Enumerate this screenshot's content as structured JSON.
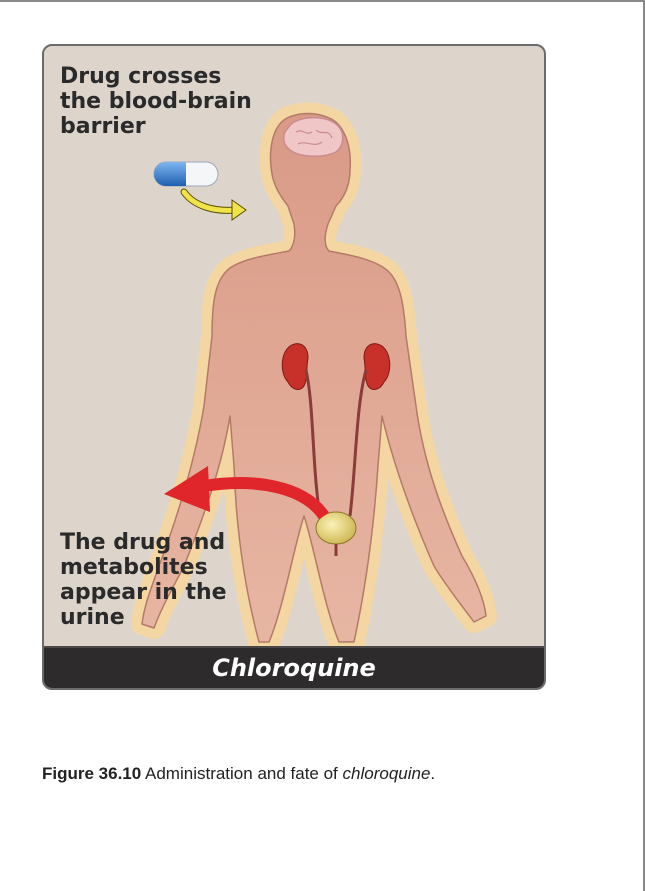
{
  "figure": {
    "label_top": "Drug crosses\nthe blood-brain\nbarrier",
    "label_bottom": "The drug and\nmetabolites\nappear in the\nurine",
    "banner": "Chloroquine"
  },
  "caption": {
    "number": "Figure 36.10",
    "text_before": " Administration and fate of ",
    "drug": "chloroquine",
    "text_after": "."
  },
  "icons": [
    "capsule-icon",
    "arrow-icon",
    "curved-arrow-icon",
    "brain-icon",
    "kidney-icon",
    "bladder-icon"
  ],
  "colors": {
    "panel_bg": "#ddd5cc",
    "body_fill": "#d9a08c",
    "body_glow": "#f6d79a",
    "brain": "#f1c6c7",
    "kidney": "#c8312a",
    "arrow_red": "#e0262a",
    "arrow_yellow": "#f0e44a",
    "capsule_blue": "#2a74c9",
    "banner_bg": "#2d2b2b"
  }
}
